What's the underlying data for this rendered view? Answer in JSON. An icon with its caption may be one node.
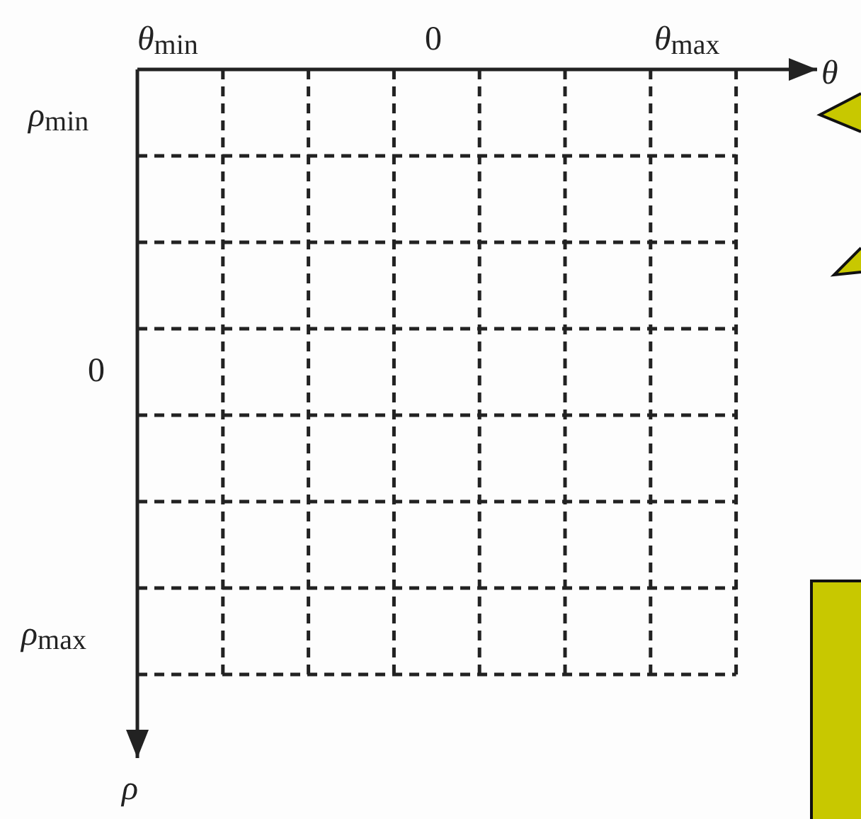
{
  "diagram": {
    "labels": [
      "*θ*$_{min}$",
      "0",
      "*θ*$_{max}$",
      "*θ*",
      "*ρ*$_{min}$",
      "0",
      "*ρ*$_{max}$",
      "*ρ*"
    ]
  }
}
